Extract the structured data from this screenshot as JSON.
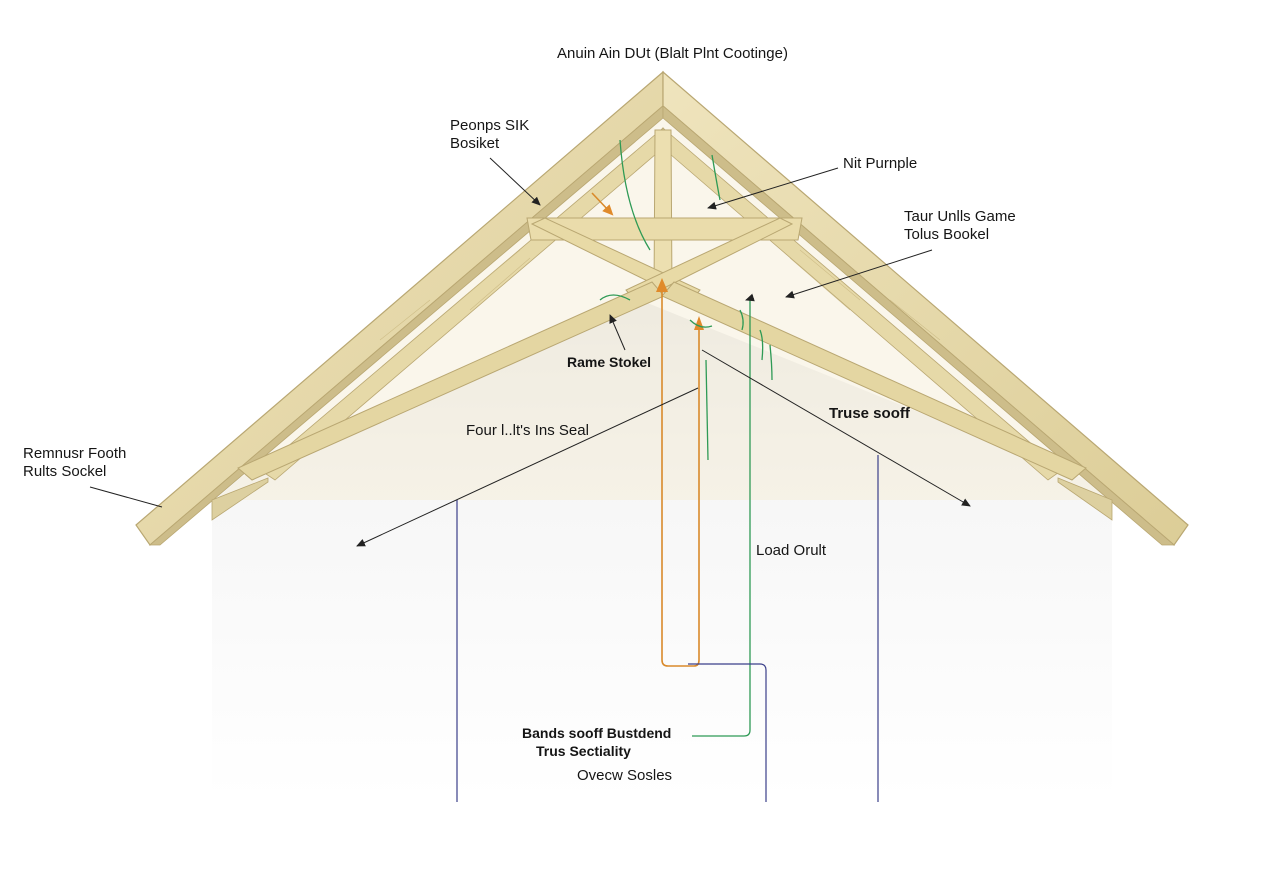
{
  "diagram": {
    "title": "Anuin Ain DUt (Blalt Plnt Cootinge)",
    "callouts": {
      "peak_socket": [
        "Peonps SIK",
        "Bosiket"
      ],
      "nut_purple": "Nit Purnple",
      "tour_units": [
        "Taur Unlls Game",
        "Tolus Bookel"
      ],
      "rame_socket": "Rame Stokel",
      "truss_soff": "Truse sooff",
      "four_seal": "Four l..lt's Ins Seal",
      "remnant_footh": [
        "Remnusr Footh",
        "Rults Sockel"
      ],
      "load_orbit": "Load Orult",
      "bands_sooff": [
        "Bands sooff Bustdend",
        "Trus Sectiality"
      ],
      "ovecw_sosles": "Ovecw Sosles"
    },
    "colors": {
      "timber": "#e9ddb3",
      "timber_dark": "#cdbd8a",
      "timber_edge": "#b9a772",
      "orange_line": "#d98a2b",
      "green_line": "#2e9a55",
      "navy_line": "#3b3f8a",
      "black_line": "#222222"
    }
  }
}
